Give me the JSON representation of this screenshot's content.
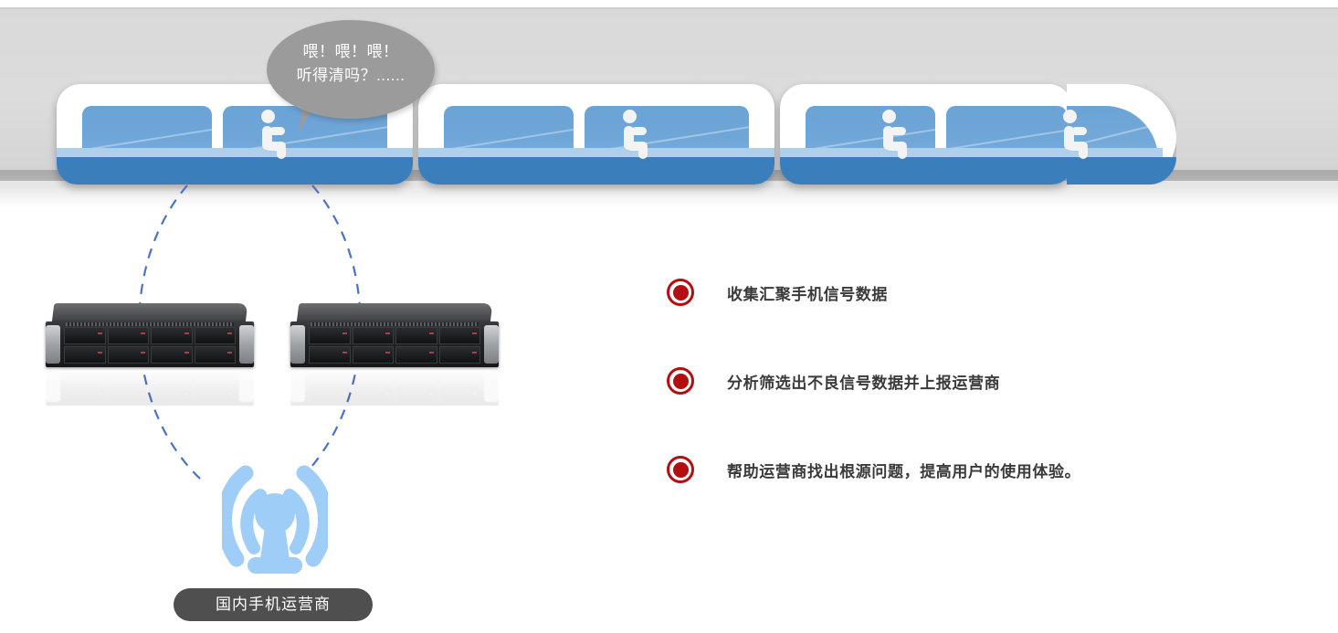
{
  "scene": {
    "speech_bubble": {
      "line1": "喂！喂！喂！",
      "line2": "听得清吗？......"
    },
    "operator_label": "国内手机运营商",
    "colors": {
      "train_body": "#ffffff",
      "train_window": "#6ba3d6",
      "train_base": "#3b7ebc",
      "bubble_gray": "#9b9b9b",
      "link_dash_blue": "#4a72c8",
      "tower_blue": "#9ecdf7",
      "label_pill": "#4f4f4f",
      "bullet_red": "#b30f10",
      "bullet_text": "#3a3a3a",
      "wall_gray": "#d9d9d9"
    }
  },
  "bullets": [
    {
      "text": "收集汇聚手机信号数据"
    },
    {
      "text": "分析筛选出不良信号数据并上报运营商"
    },
    {
      "text": "帮助运营商找出根源问题，提高用户的使用体验。"
    }
  ]
}
